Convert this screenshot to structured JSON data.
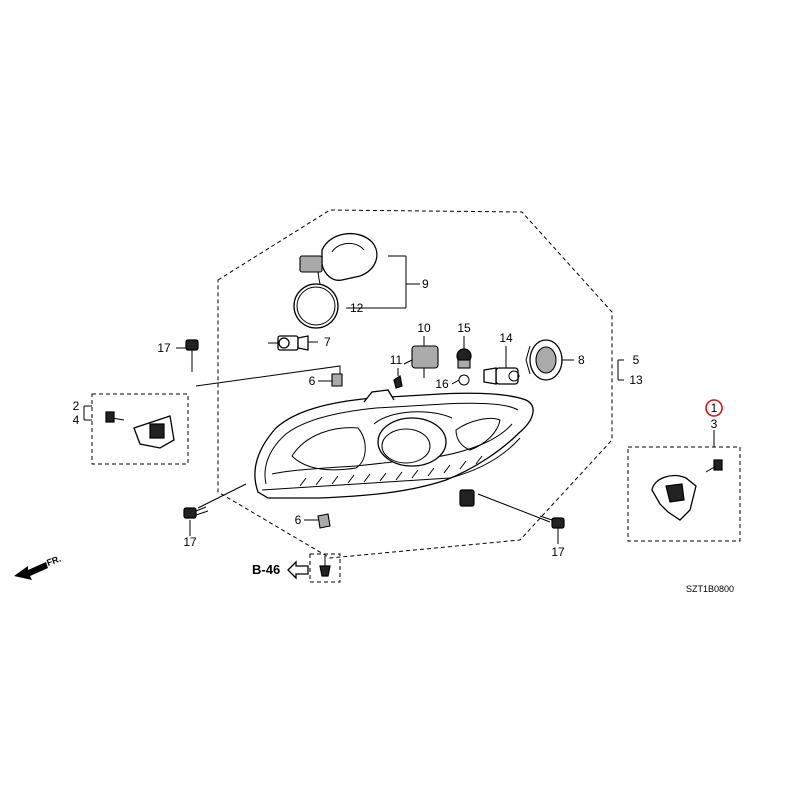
{
  "diagram_code": "SZT1B0800",
  "reference": {
    "label": "B-46"
  },
  "direction": {
    "label": "FR."
  },
  "callouts": [
    {
      "id": "c1",
      "text": "1",
      "highlighted": true
    },
    {
      "id": "c2",
      "text": "2"
    },
    {
      "id": "c3",
      "text": "3"
    },
    {
      "id": "c4",
      "text": "4"
    },
    {
      "id": "c5",
      "text": "5"
    },
    {
      "id": "c6a",
      "text": "6"
    },
    {
      "id": "c6b",
      "text": "6"
    },
    {
      "id": "c7",
      "text": "7"
    },
    {
      "id": "c8",
      "text": "8"
    },
    {
      "id": "c9",
      "text": "9"
    },
    {
      "id": "c10",
      "text": "10"
    },
    {
      "id": "c11",
      "text": "11"
    },
    {
      "id": "c12",
      "text": "12"
    },
    {
      "id": "c13",
      "text": "13"
    },
    {
      "id": "c14",
      "text": "14"
    },
    {
      "id": "c15",
      "text": "15"
    },
    {
      "id": "c16",
      "text": "16"
    },
    {
      "id": "c17a",
      "text": "17"
    },
    {
      "id": "c17b",
      "text": "17"
    },
    {
      "id": "c17c",
      "text": "17"
    }
  ],
  "colors": {
    "line": "#000000",
    "highlight": "#d2141e",
    "background": "#ffffff"
  },
  "icons": [
    "bolt-icon",
    "bulb-icon",
    "clip-icon",
    "socket-icon",
    "seal-ring-icon",
    "direction-arrow-icon",
    "reference-arrow-icon"
  ]
}
